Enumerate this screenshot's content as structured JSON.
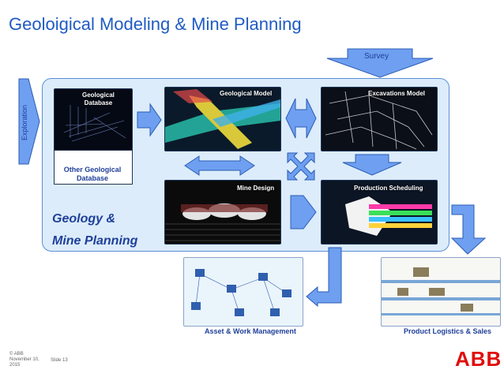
{
  "slide": {
    "title": "Geoloigical Modeling & Mine Planning"
  },
  "flow": {
    "survey": "Survey",
    "exploration": "Exploration",
    "geological_database": "Geological\nDatabase",
    "other_geological_database": "Other Geological\nDatabase",
    "geological_model": "Geological Model",
    "excavations_model": "Excavations Model",
    "mine_design": "Mine Design",
    "production_scheduling": "Production Scheduling",
    "geology_line1": "Geology &",
    "geology_line2": "Mine Planning",
    "asset_work_management": "Asset & Work Management",
    "product_logistics_sales": "Product Logistics & Sales"
  },
  "footer": {
    "copyright": "© ABB",
    "date_line1": "November 10,",
    "date_line2": "2015",
    "slide_number": "Slide 13",
    "logo_text": "ABB"
  },
  "colors": {
    "title": "#1f5bc4",
    "panel_bg": "#dcecfb",
    "arrow": "#6f9ff0",
    "label": "#1f3f9a",
    "abb_red": "#e10d0d"
  }
}
